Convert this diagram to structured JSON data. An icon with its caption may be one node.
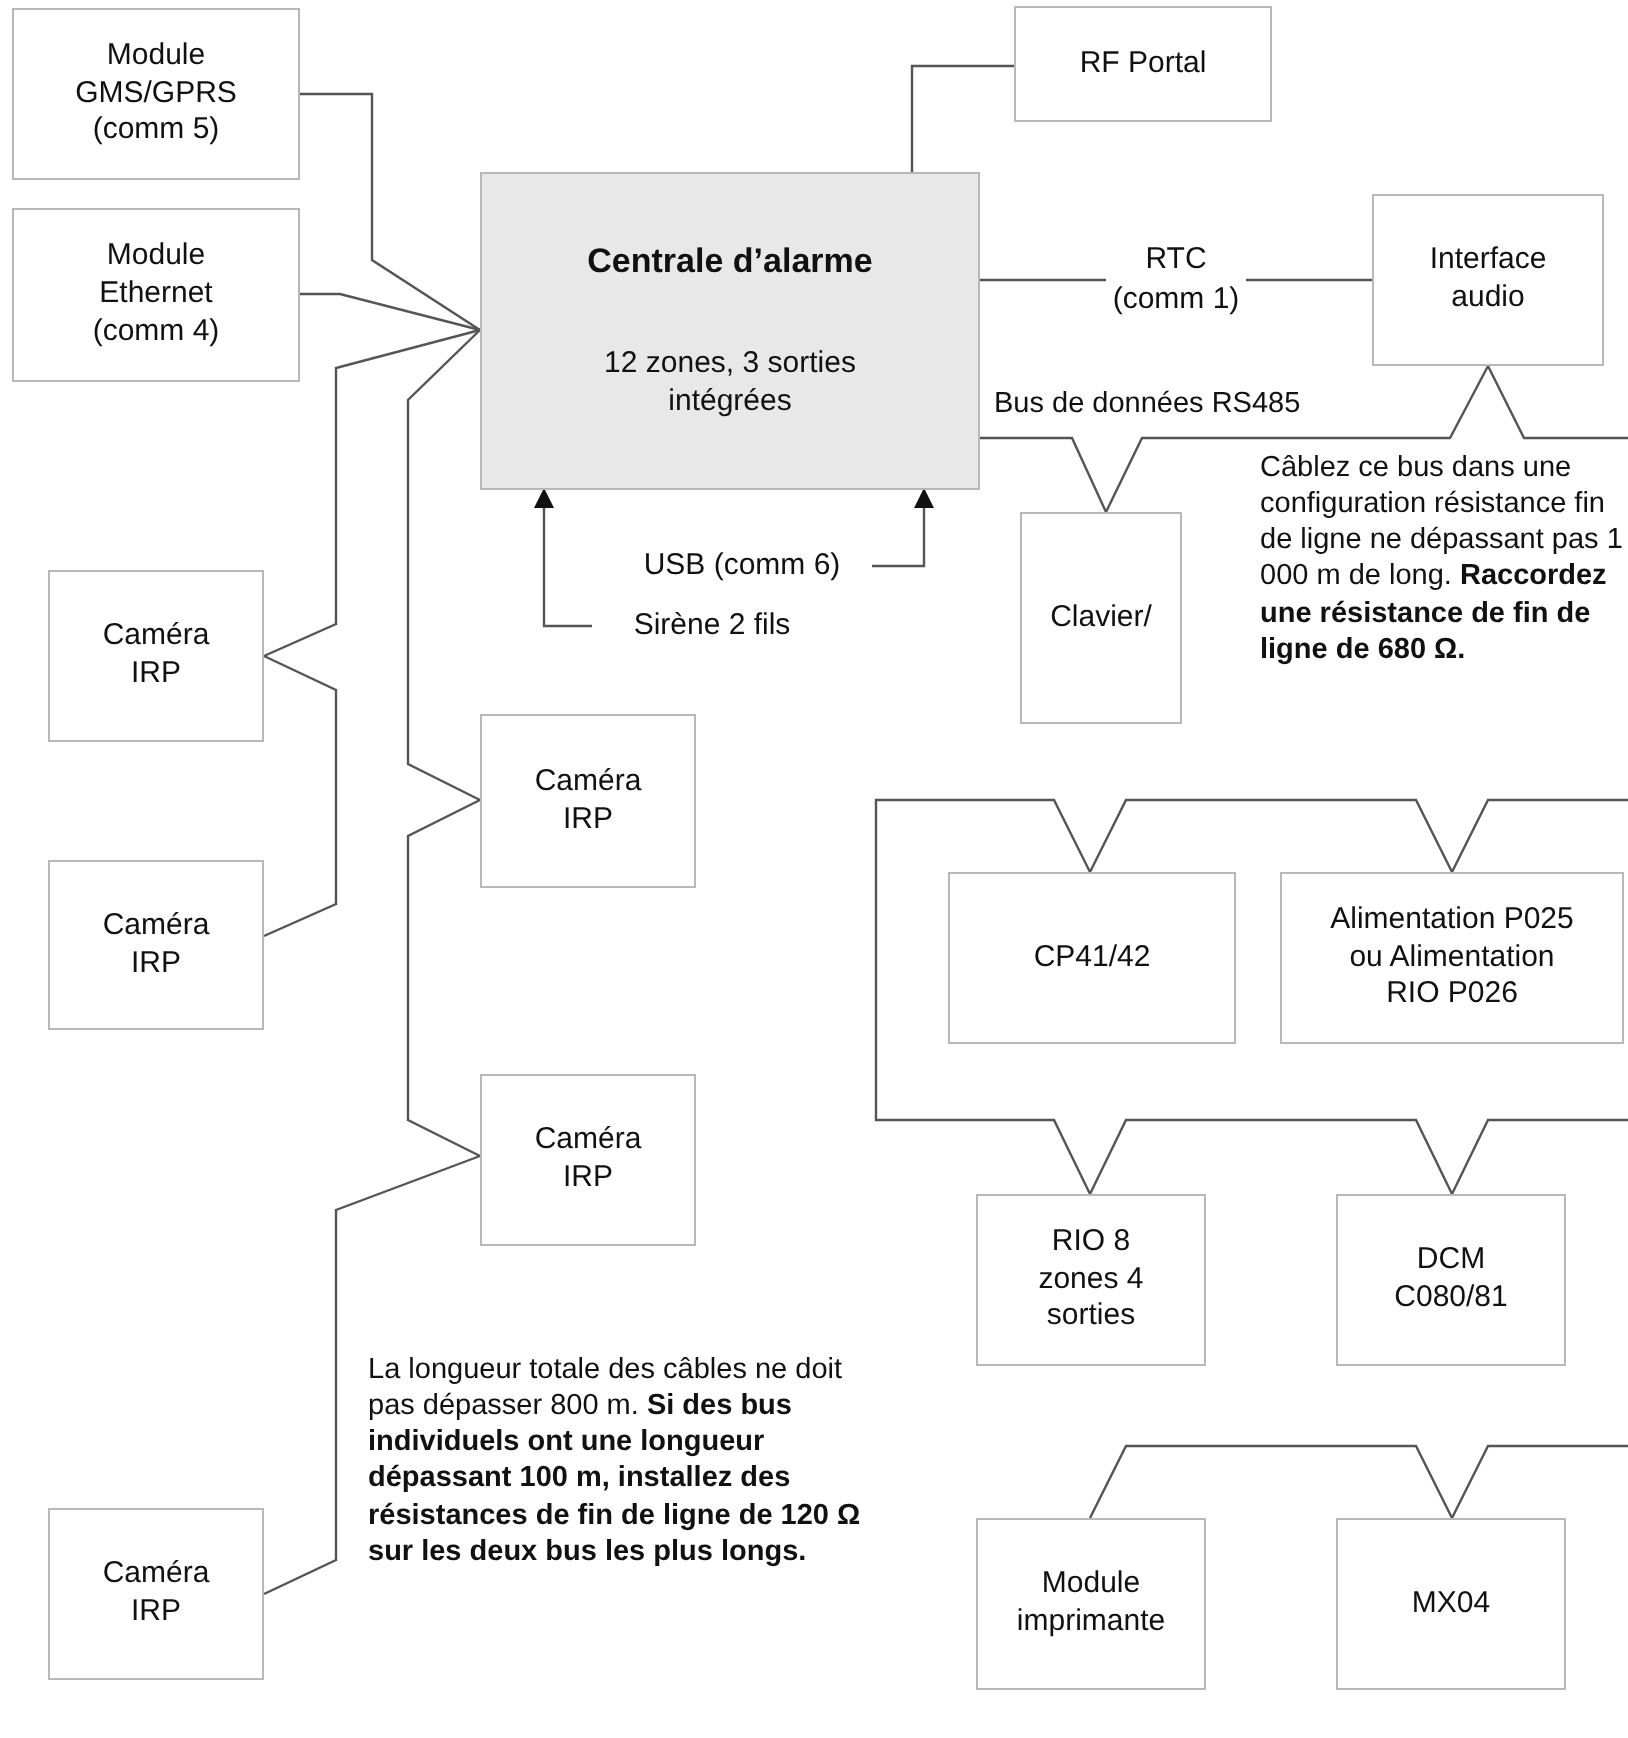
{
  "diagram": {
    "nodes": [
      {
        "text": [
          "Module GMS/GPRS (comm 5)"
        ]
      },
      {
        "text": [
          "Module Ethernet (comm 4)"
        ]
      },
      {
        "text": [
          "Centrale d’alarme",
          "12 zones, 3 sorties intégrées"
        ]
      },
      {
        "text": [
          "RF Portal"
        ]
      },
      {
        "text": [
          "Interface audio"
        ]
      },
      {
        "text": [
          "Clavier/"
        ]
      },
      {
        "text": [
          "Caméra IRP"
        ]
      },
      {
        "text": [
          "Caméra IRP"
        ]
      },
      {
        "text": [
          "Caméra IRP"
        ]
      },
      {
        "text": [
          "Caméra IRP"
        ]
      },
      {
        "text": [
          "Caméra IRP"
        ]
      },
      {
        "text": [
          "CP41/42"
        ]
      },
      {
        "text": [
          "Alimentation P025 ou Alimentation RIO P026"
        ]
      },
      {
        "text": [
          "RIO 8 zones 4 sorties"
        ]
      },
      {
        "text": [
          "DCM C080/81"
        ]
      },
      {
        "text": [
          "Module imprimante"
        ]
      },
      {
        "text": [
          "MX04"
        ]
      },
      {
        "text": [
          "USB (comm 6)"
        ]
      },
      {
        "text": [
          "Sirène 2 fils"
        ]
      }
    ],
    "edges": [
      {
        "from": 0,
        "to": 2,
        "arrow": "none"
      },
      {
        "from": 1,
        "to": 2,
        "arrow": "none"
      },
      {
        "from": 2,
        "to": 6,
        "arrow": "none"
      },
      {
        "from": 6,
        "to": 7,
        "arrow": "none"
      },
      {
        "from": 2,
        "to": 8,
        "arrow": "none"
      },
      {
        "from": 8,
        "to": 9,
        "arrow": "none"
      },
      {
        "from": 9,
        "to": 10,
        "arrow": "none"
      },
      {
        "from": 2,
        "to": 3,
        "arrow": "none"
      },
      {
        "from": 2,
        "to": 4,
        "arrow": "none",
        "label": "RTC (comm 1)"
      },
      {
        "from": 2,
        "to": 5,
        "arrow": "none"
      },
      {
        "from": 5,
        "to": 4,
        "arrow": "none"
      },
      {
        "from": 4,
        "to": null,
        "arrow": "none"
      },
      {
        "from": null,
        "to": 12,
        "arrow": "none"
      },
      {
        "from": 12,
        "to": 11,
        "arrow": "none"
      },
      {
        "from": 11,
        "to": 13,
        "arrow": "none"
      },
      {
        "from": 13,
        "to": 14,
        "arrow": "none"
      },
      {
        "from": 14,
        "to": null,
        "arrow": "none"
      },
      {
        "from": null,
        "to": 16,
        "arrow": "none"
      },
      {
        "from": 16,
        "to": 15,
        "arrow": "none"
      },
      {
        "from": 17,
        "to": 2,
        "arrow": "to"
      },
      {
        "from": 18,
        "to": 2,
        "arrow": "to"
      }
    ],
    "labels": [
      "Bus de données RS485",
      "Câblez ce bus dans une configuration résistance fin de ligne ne dépassant pas 1 000 m de long. **Raccordez une résistance de fin de ligne de 680 Ω.**",
      "La longueur totale des câbles ne doit pas dépasser 800 m. **Si des bus individuels ont une longueur dépassant 100 m, installez des résistances de fin de ligne de 120 Ω sur les deux bus les plus longs.**"
    ]
  }
}
